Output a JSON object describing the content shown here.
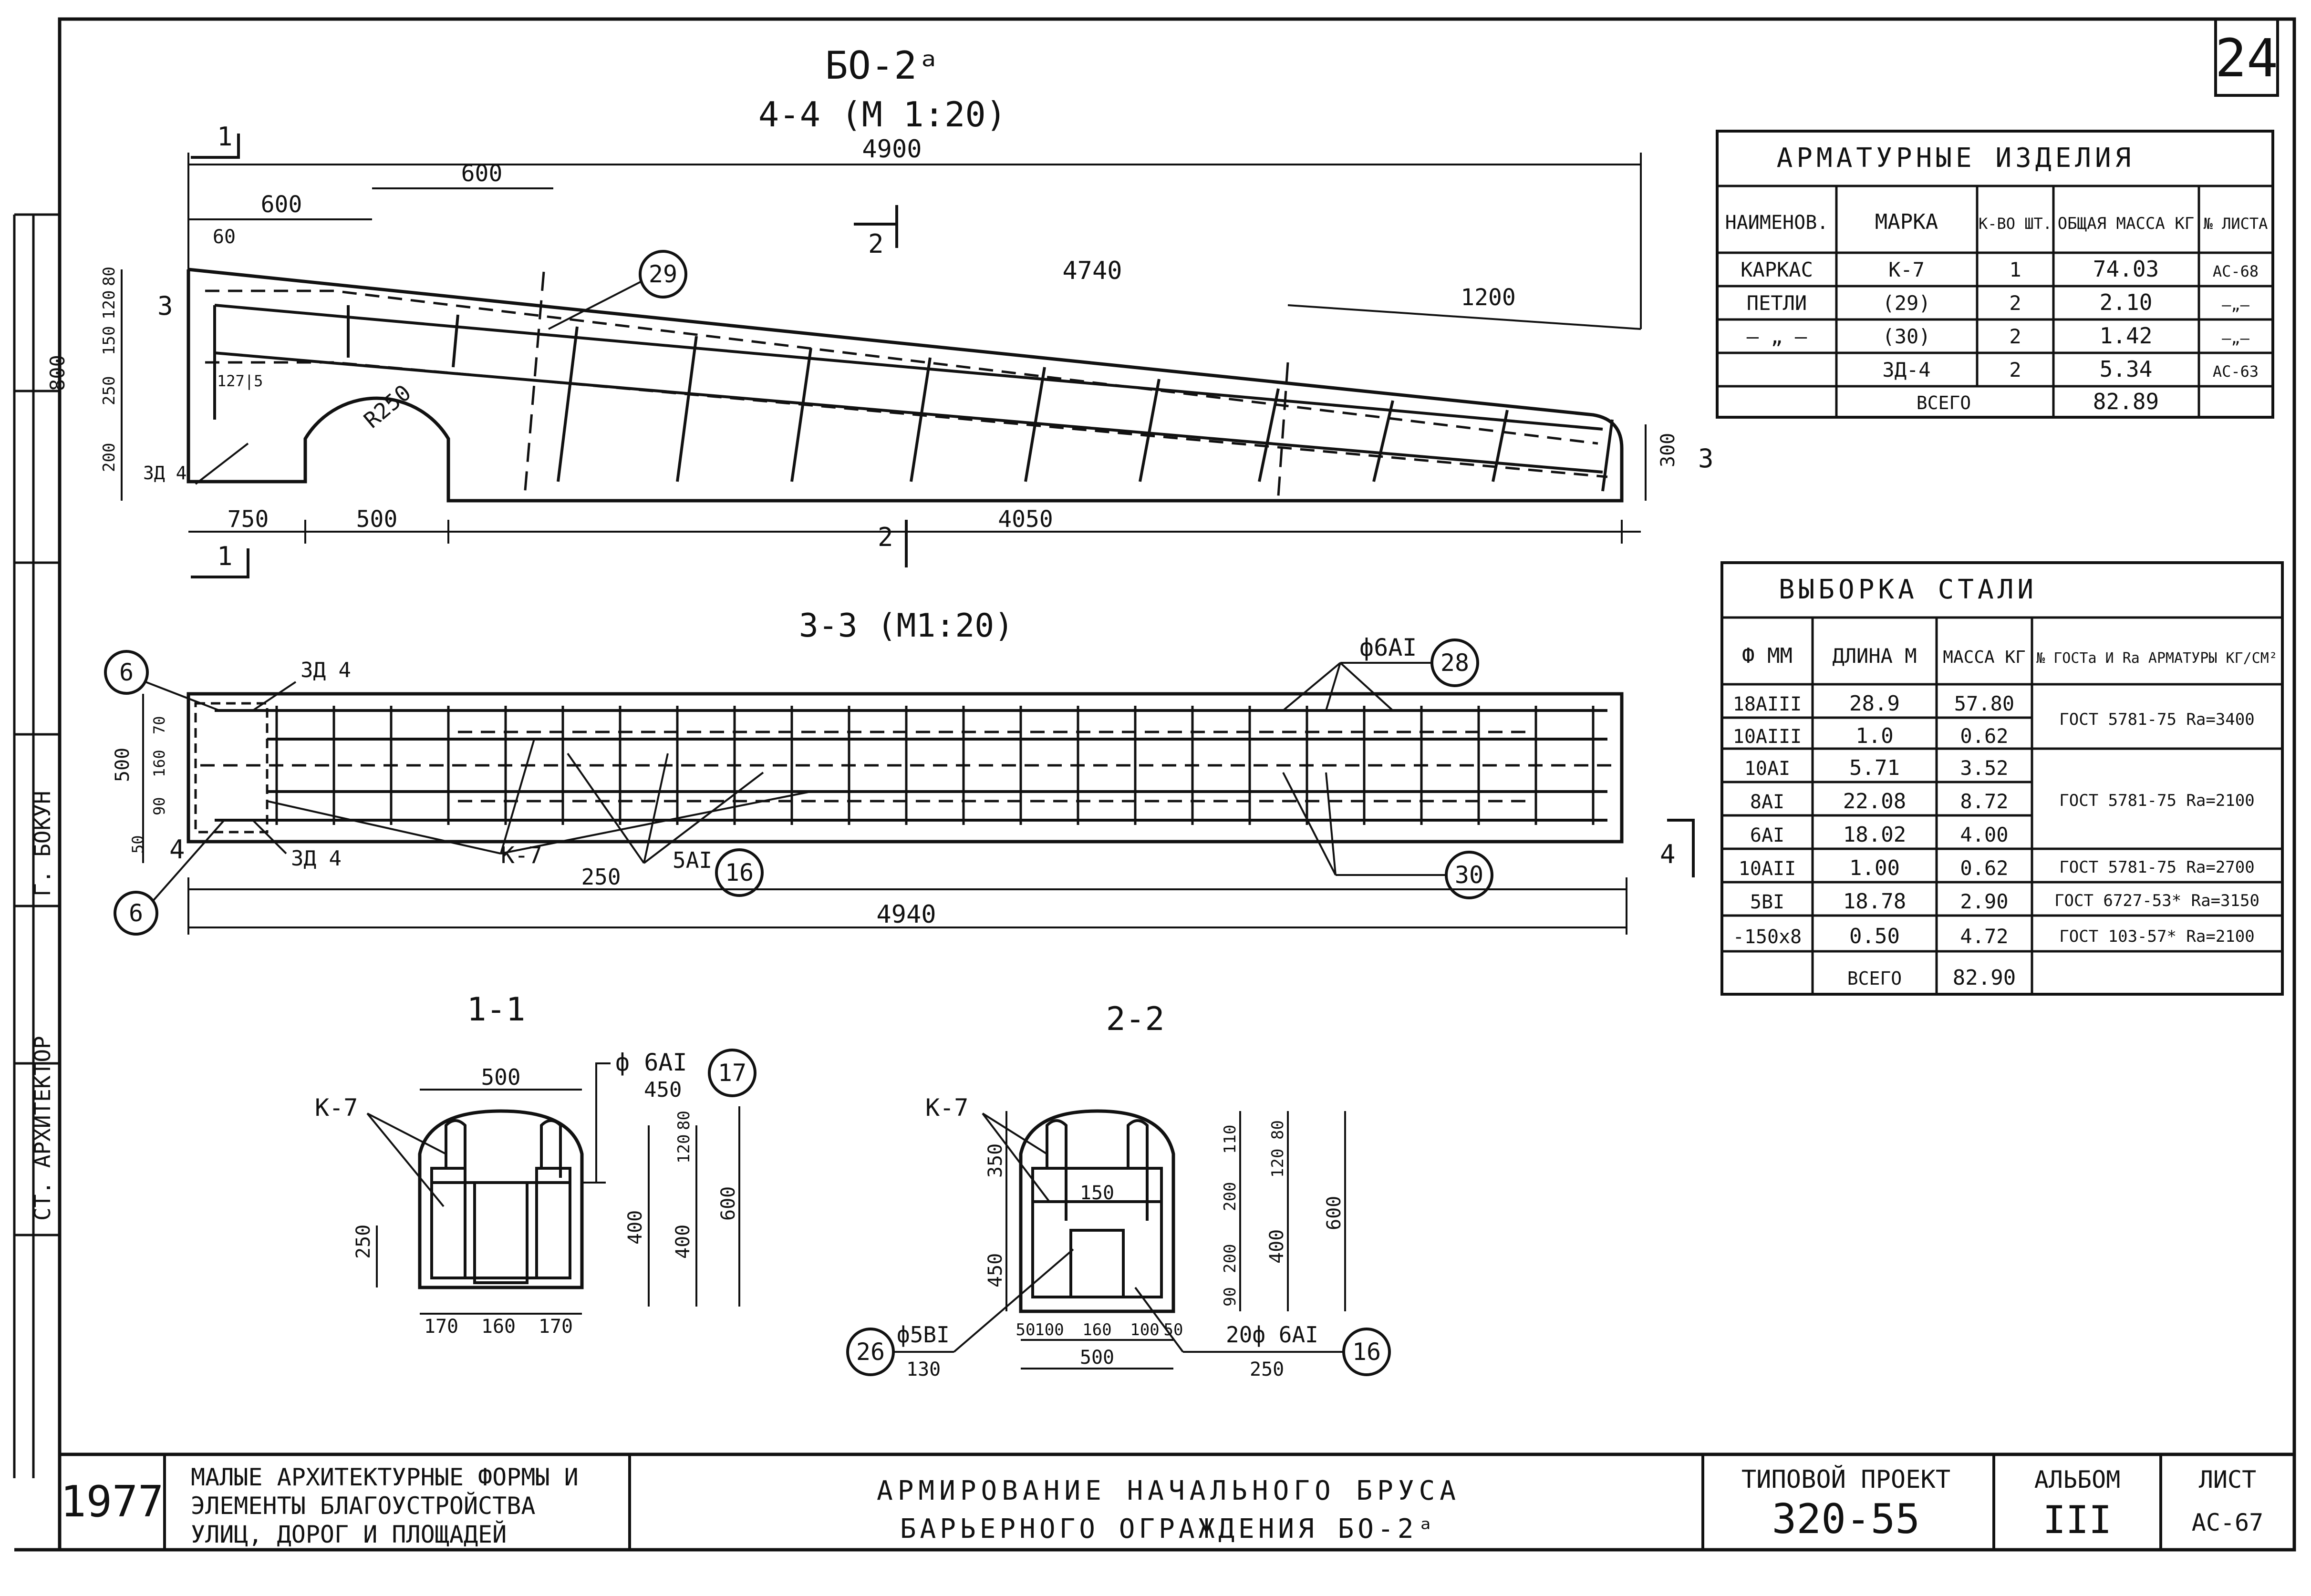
{
  "sheet_number_corner": "24",
  "main": {
    "heading": "БО-2ᵃ",
    "section_4_4": {
      "title": "4-4 (М 1:20)",
      "dims": {
        "overall": "4900",
        "left_600_a": "600",
        "left_600_b": "600",
        "d_60": "60",
        "slope_len": "4740",
        "right_1200": "1200",
        "height": "800",
        "h120": "120",
        "h80": "80",
        "h150": "150",
        "h250": "250",
        "h200": "200",
        "right_h": "300",
        "b750": "750",
        "b500": "500",
        "b4050": "4050",
        "radius": "R250",
        "inner": "127|5"
      },
      "marks": {
        "cut1_top": "1",
        "cut1_bot": "1",
        "cut2_top": "2",
        "cut2_bot": "2",
        "cut3_left": "3",
        "cut3_right": "3",
        "emb": "ЗД 4",
        "pos29": "29"
      }
    },
    "section_3_3": {
      "title": "3-3 (М1:20)",
      "dims": {
        "length": "4940",
        "w500": "500",
        "d250": "250",
        "h50": "50",
        "h160": "160",
        "h90": "90",
        "h70": "70"
      },
      "labels": {
        "top_rebar": "ф6АI",
        "pos28": "28",
        "emb_top": "ЗД 4",
        "emb_bot": "ЗД 4",
        "k7": "К-7",
        "rebar16": "5АI",
        "pos16": "16",
        "pos30": "30",
        "pos6_top": "6",
        "pos6_bot": "6",
        "cut4_a": "4",
        "cut4_b": "4"
      }
    },
    "section_1_1": {
      "title": "1-1",
      "labels": {
        "k7": "К-7",
        "rebar": "ф 6АI",
        "rebar_len": "450",
        "pos17": "17"
      },
      "dims": {
        "w500": "500",
        "h250": "250",
        "b170a": "170",
        "b160": "160",
        "b170b": "170",
        "v400a": "400",
        "v120": "120",
        "v80": "80",
        "v400b": "400",
        "v600": "600"
      }
    },
    "section_2_2": {
      "title": "2-2",
      "labels": {
        "k7": "К-7",
        "rebar26": "ф5ВI",
        "rebar26_len": "130",
        "pos26": "26",
        "rebar16": "20ф 6АI",
        "rebar16_len": "250",
        "pos16": "16"
      },
      "dims": {
        "v350": "350",
        "v450": "450",
        "w150": "150",
        "b50a": "50",
        "b100a": "100",
        "b160": "160",
        "b100b": "100",
        "b50b": "50",
        "b500": "500",
        "v110": "110",
        "v200a": "200",
        "v200b": "200",
        "v90": "90",
        "v120": "120",
        "v80": "80",
        "v400": "400",
        "v600": "600"
      }
    }
  },
  "table_products": {
    "title": "АРМАТУРНЫЕ ИЗДЕЛИЯ",
    "headers": [
      "НАИМЕНОВ.",
      "МАРКА",
      "К-ВО ШТ.",
      "ОБЩАЯ МАССА КГ",
      "№ ЛИСТА"
    ],
    "rows": [
      [
        "КАРКАС",
        "К-7",
        "1",
        "74.03",
        "АС-68"
      ],
      [
        "ПЕТЛИ",
        "(29)",
        "2",
        "2.10",
        "—„—"
      ],
      [
        "— „ —",
        "(30)",
        "2",
        "1.42",
        "—„—"
      ],
      [
        "",
        "ЗД-4",
        "2",
        "5.34",
        "АС-63"
      ]
    ],
    "total_label": "ВСЕГО",
    "total_value": "82.89"
  },
  "table_steel": {
    "title": "ВЫБОРКА СТАЛИ",
    "headers": [
      "Ф ММ",
      "ДЛИНА М",
      "МАССА КГ",
      "№ ГОСТа И Rа АРМАТУРЫ КГ/СМ²"
    ],
    "rows": [
      [
        "18АIII",
        "28.9",
        "57.80"
      ],
      [
        "10АIII",
        "1.0",
        "0.62"
      ],
      [
        "10АI",
        "5.71",
        "3.52"
      ],
      [
        "8АI",
        "22.08",
        "8.72"
      ],
      [
        "6АI",
        "18.02",
        "4.00"
      ],
      [
        "10АII",
        "1.00",
        "0.62"
      ],
      [
        "5ВI",
        "18.78",
        "2.90"
      ],
      [
        "-150х8",
        "0.50",
        "4.72"
      ]
    ],
    "gost": [
      "ГОСТ 5781-75 Rа=3400",
      "ГОСТ 5781-75 Rа=2100",
      "ГОСТ 5781-75 Rа=2700",
      "ГОСТ 6727-53* Rа=3150",
      "ГОСТ 103-57* Rа=2100"
    ],
    "total_label": "ВСЕГО",
    "total_value": "82.90"
  },
  "stamp": {
    "year": "1977",
    "project_name": [
      "МАЛЫЕ АРХИТЕКТУРНЫЕ ФОРМЫ И",
      "ЭЛЕМЕНТЫ БЛАГОУСТРОЙСТВА",
      "УЛИЦ, ДОРОГ И ПЛОЩАДЕЙ"
    ],
    "drawing_title": [
      "АРМИРОВАНИЕ НАЧАЛЬНОГО БРУСА",
      "БАРЬЕРНОГО ОГРАЖДЕНИЯ БО-2ᵃ"
    ],
    "type_project_label": "ТИПОВОЙ ПРОЕКТ",
    "type_project_value": "320-55",
    "album_label": "АЛЬБОМ",
    "album_value": "III",
    "sheet_label": "ЛИСТ",
    "sheet_value": "АС-67"
  },
  "side_stamp": {
    "architect": "СТ. АРХИТЕКТОР",
    "name": "Г. БОКУН"
  }
}
